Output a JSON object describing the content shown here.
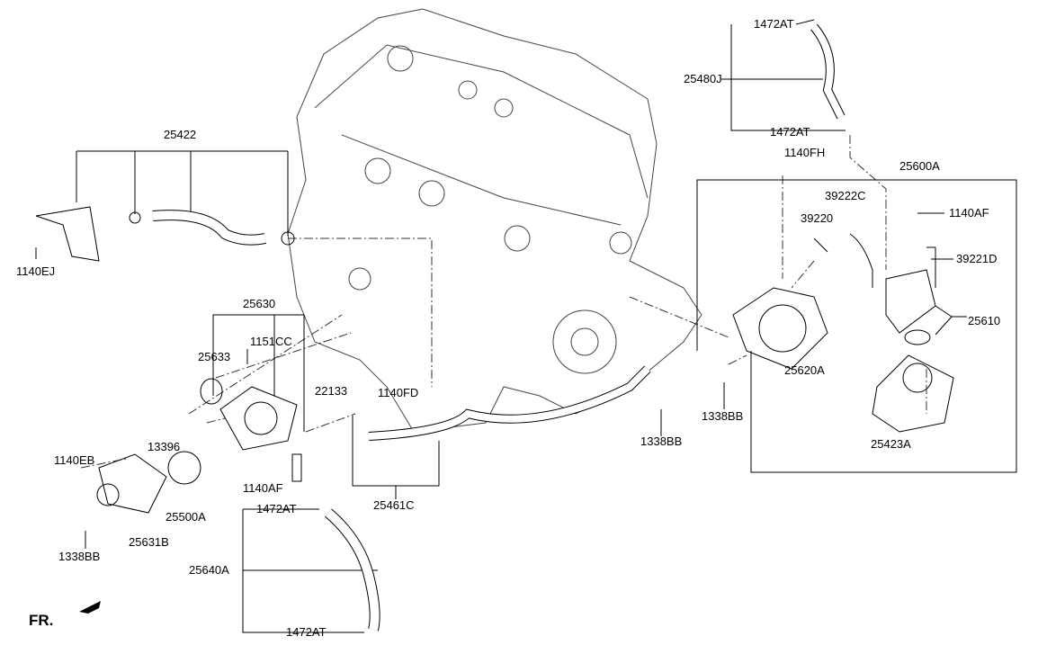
{
  "labels": {
    "hose_upper_clamp_top": "1472AT",
    "hose_upper": "25480J",
    "hose_upper_clamp_bottom": "1472AT",
    "bolt_1140fh": "1140FH",
    "thermostat_assembly": "25600A",
    "sensor_connector": "39222C",
    "sensor": "39220",
    "bolt_1140af_right": "1140AF",
    "bracket": "39221D",
    "fitting_25610": "25610",
    "housing_25620a": "25620A",
    "nut_1338bb_right": "1338BB",
    "housing_25423a": "25423A",
    "hose_assembly_25422": "25422",
    "bolt_1140ej": "1140EJ",
    "assembly_25630": "25630",
    "stud_1151cc": "1151CC",
    "gasket_25633": "25633",
    "pipe_22133": "22133",
    "bolt_1140fd": "1140FD",
    "nut_1338bb_center": "1338BB",
    "nut_13396": "13396",
    "bolt_1140eb": "1140EB",
    "bolt_1140af_left": "1140AF",
    "thermostat_25500a": "25500A",
    "pipe_25461c": "25461C",
    "clamp_lower_top": "1472AT",
    "cover_25631b": "25631B",
    "nut_1338bb_left": "1338BB",
    "hose_25640a": "25640A",
    "clamp_lower_bottom": "1472AT",
    "front_indicator": "FR."
  }
}
